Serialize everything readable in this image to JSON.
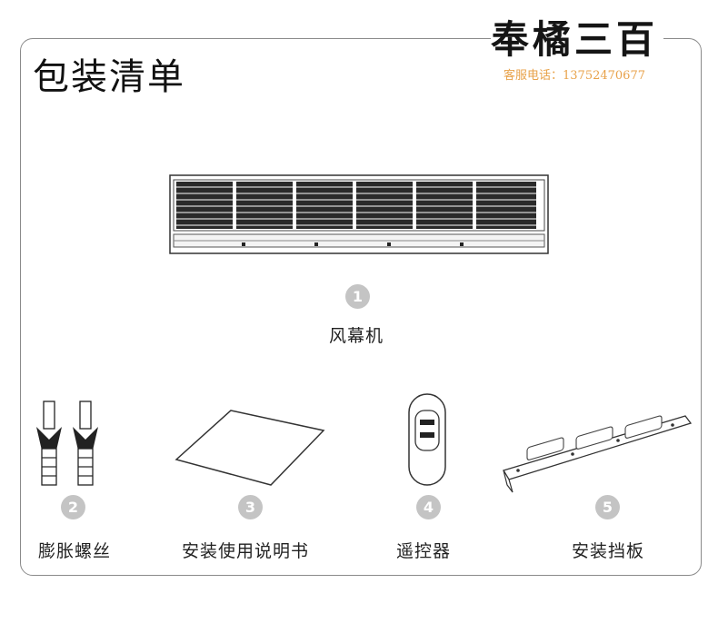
{
  "title": "包装清单",
  "brand": {
    "name": "奉橘三百",
    "contact": "客服电话：13752470677"
  },
  "items": [
    {
      "number": "1",
      "label": "风幕机"
    },
    {
      "number": "2",
      "label": "膨胀螺丝"
    },
    {
      "number": "3",
      "label": "安装使用说明书"
    },
    {
      "number": "4",
      "label": "遥控器"
    },
    {
      "number": "5",
      "label": "安装挡板"
    }
  ]
}
